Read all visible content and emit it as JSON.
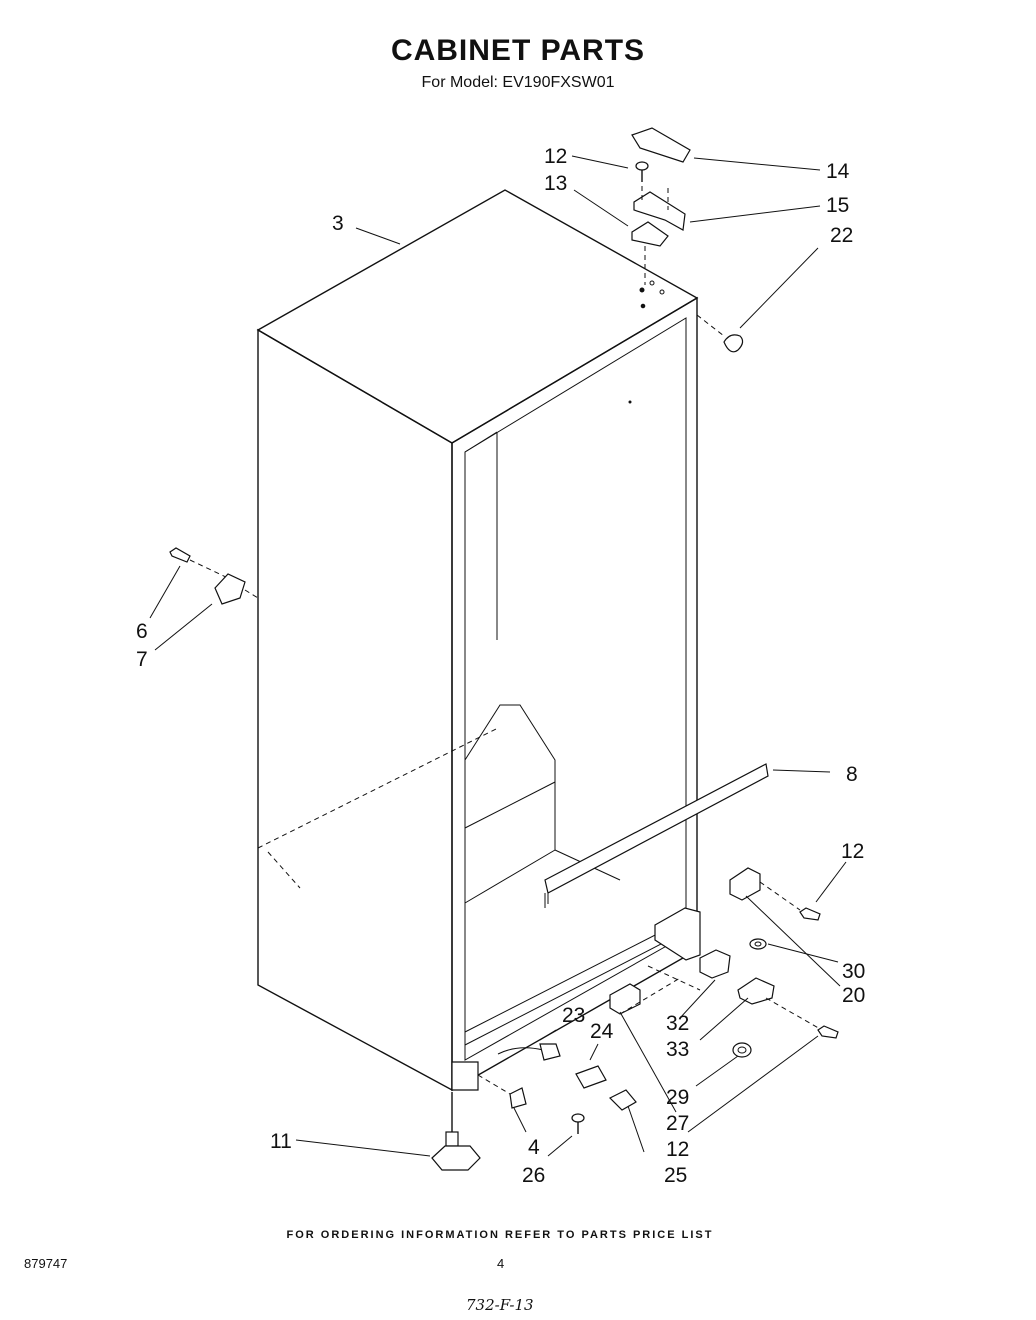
{
  "header": {
    "title": "CABINET PARTS",
    "subtitle": "For Model: EV190FXSW01"
  },
  "callouts": {
    "c3": "3",
    "c12a": "12",
    "c13": "13",
    "c14": "14",
    "c15": "15",
    "c22": "22",
    "c6": "6",
    "c7": "7",
    "c8": "8",
    "c12b": "12",
    "c30": "30",
    "c20": "20",
    "c32": "32",
    "c33": "33",
    "c23": "23",
    "c24": "24",
    "c29": "29",
    "c27": "27",
    "c12c": "12",
    "c11": "11",
    "c4": "4",
    "c26": "26",
    "c25": "25"
  },
  "footer": {
    "ordering_note": "FOR ORDERING INFORMATION REFER TO PARTS PRICE LIST",
    "doc_number": "879747",
    "page_number": "4",
    "handwritten_code": "732-F-13"
  }
}
